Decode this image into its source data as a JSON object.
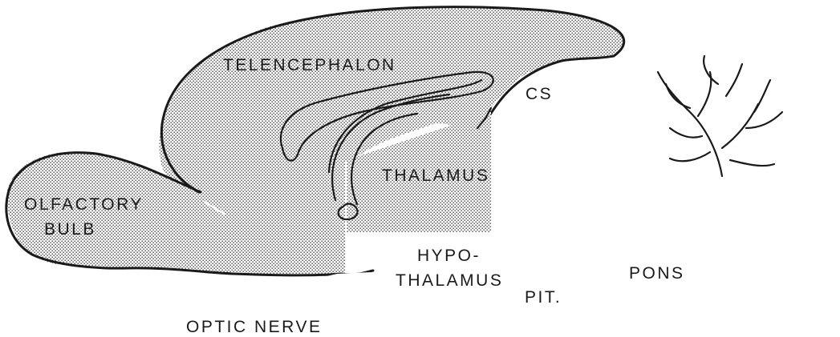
{
  "labels": {
    "telencephalon": "TELENCEPHALON",
    "cs": "CS",
    "thalamus": "THALAMUS",
    "olfactory_line1": "OLFACTORY",
    "olfactory_line2": "BULB",
    "hypo_line1": "HYPO-",
    "hypo_line2": "THALAMUS",
    "pituitary": "PIT.",
    "pons": "PONS",
    "optic_nerve": "OPTIC NERVE"
  },
  "colors": {
    "ink": "#1a1a1a",
    "stipple_dot": "#555555",
    "background": "#ffffff"
  }
}
